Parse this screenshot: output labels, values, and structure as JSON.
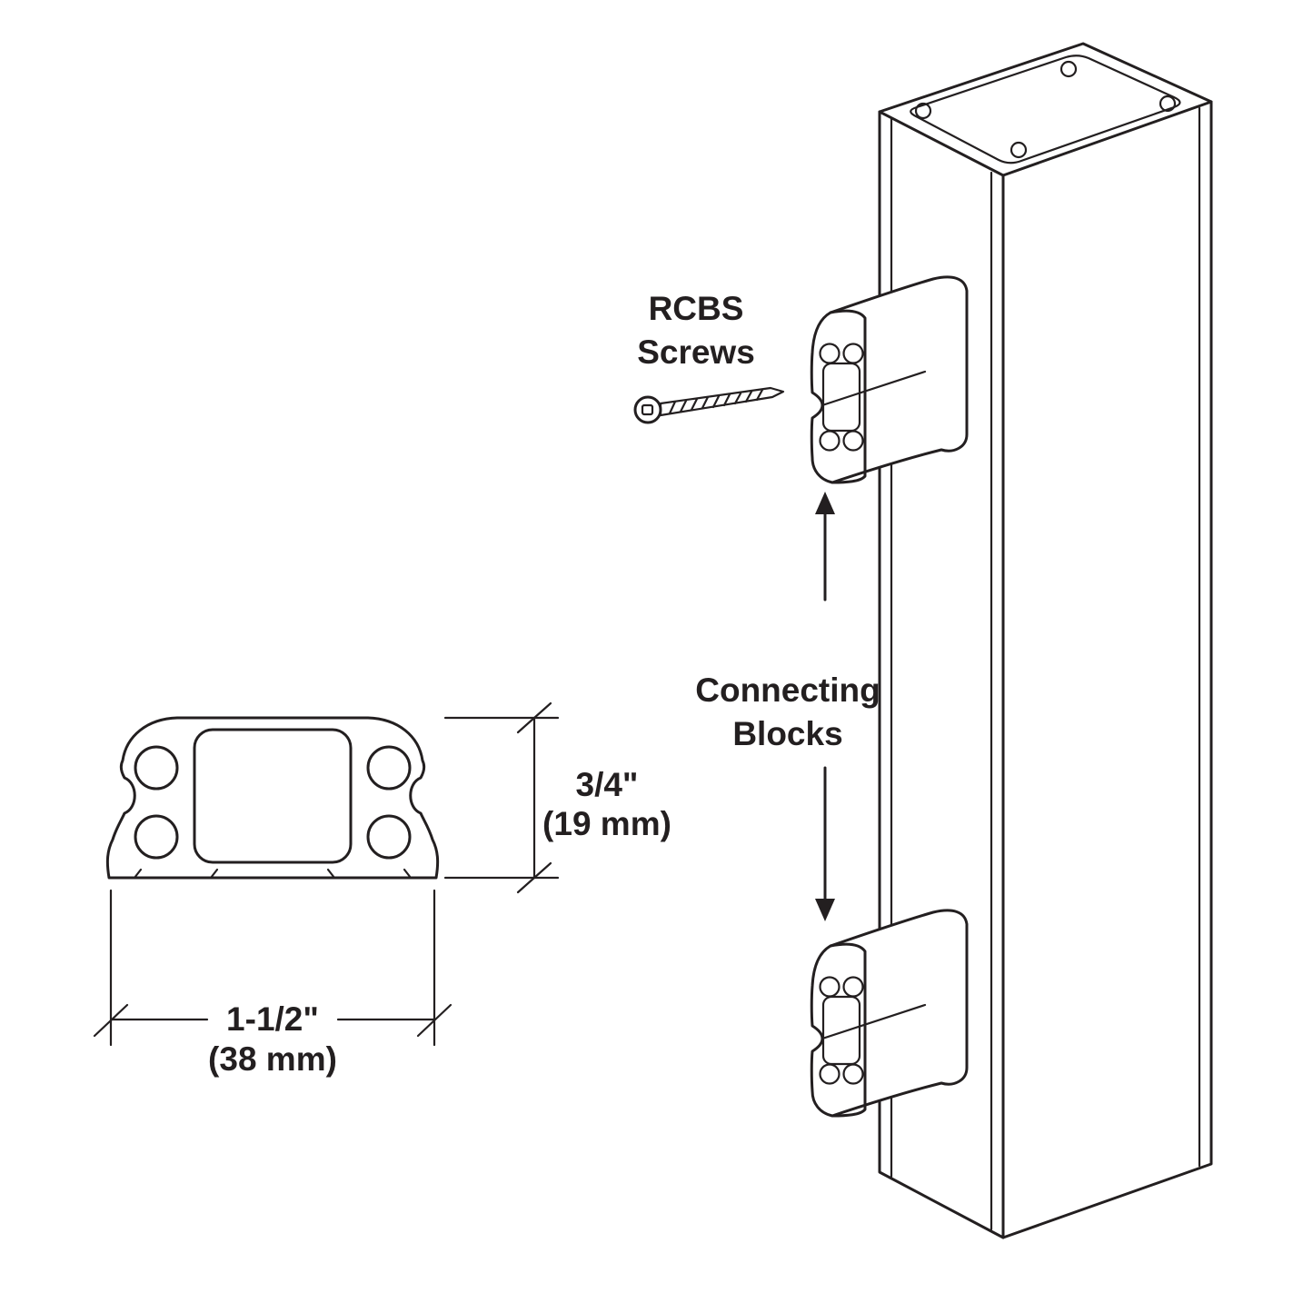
{
  "diagram": {
    "labels": {
      "screws_line1": "RCBS",
      "screws_line2": "Screws",
      "blocks_line1": "Connecting",
      "blocks_line2": "Blocks"
    },
    "dimensions": {
      "height_imperial": "3/4\"",
      "height_metric": "(19 mm)",
      "width_imperial": "1-1/2\"",
      "width_metric": "(38 mm)"
    },
    "colors": {
      "line": "#231f20",
      "background": "#ffffff"
    }
  }
}
